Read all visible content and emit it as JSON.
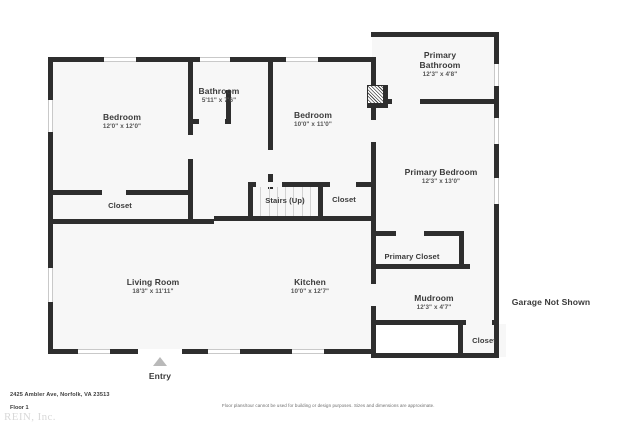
{
  "document": {
    "type": "floor-plan",
    "address": "2425 Ambler Ave, Norfolk, VA 23513",
    "floor": "Floor 1",
    "watermark": "REIN, Inc.",
    "disclaimer": "Floor plans/tour cannot be used for building or design purposes. Sizes and dimensions are approximate."
  },
  "colors": {
    "wall": "#2e2e2e",
    "room_fill": "#f7f7f7",
    "page_background": "#ffffff",
    "label_text": "#3a3a3a",
    "dimension_text": "#555555",
    "entry_marker": "#b9b9b9",
    "watermark": "#d9d9d9"
  },
  "rooms": [
    {
      "id": "bedroom-1",
      "name": "Bedroom",
      "dimensions": "12'0\" x 12'0\""
    },
    {
      "id": "bathroom",
      "name": "Bathroom",
      "dimensions": "5'11\" x 7'6\""
    },
    {
      "id": "bedroom-2",
      "name": "Bedroom",
      "dimensions": "10'0\" x 11'0\""
    },
    {
      "id": "primary-bathroom",
      "name": "Primary Bathroom",
      "dimensions": "12'3\" x 4'8\""
    },
    {
      "id": "primary-bedroom",
      "name": "Primary Bedroom",
      "dimensions": "12'3\" x 13'0\""
    },
    {
      "id": "living-room",
      "name": "Living Room",
      "dimensions": "18'3\" x 11'11\""
    },
    {
      "id": "kitchen",
      "name": "Kitchen",
      "dimensions": "10'0\" x 12'7\""
    },
    {
      "id": "mudroom",
      "name": "Mudroom",
      "dimensions": "12'3\" x 4'7\""
    },
    {
      "id": "closet-bedroom-1",
      "name": "Closet",
      "dimensions": ""
    },
    {
      "id": "closet-hall",
      "name": "Closet",
      "dimensions": ""
    },
    {
      "id": "primary-closet",
      "name": "Primary Closet",
      "dimensions": ""
    },
    {
      "id": "closet-mudroom",
      "name": "Closet",
      "dimensions": ""
    },
    {
      "id": "stairs",
      "name": "Stairs (Up)",
      "dimensions": ""
    }
  ],
  "annotations": {
    "garage_note": "Garage Not Shown",
    "entry_label": "Entry"
  }
}
